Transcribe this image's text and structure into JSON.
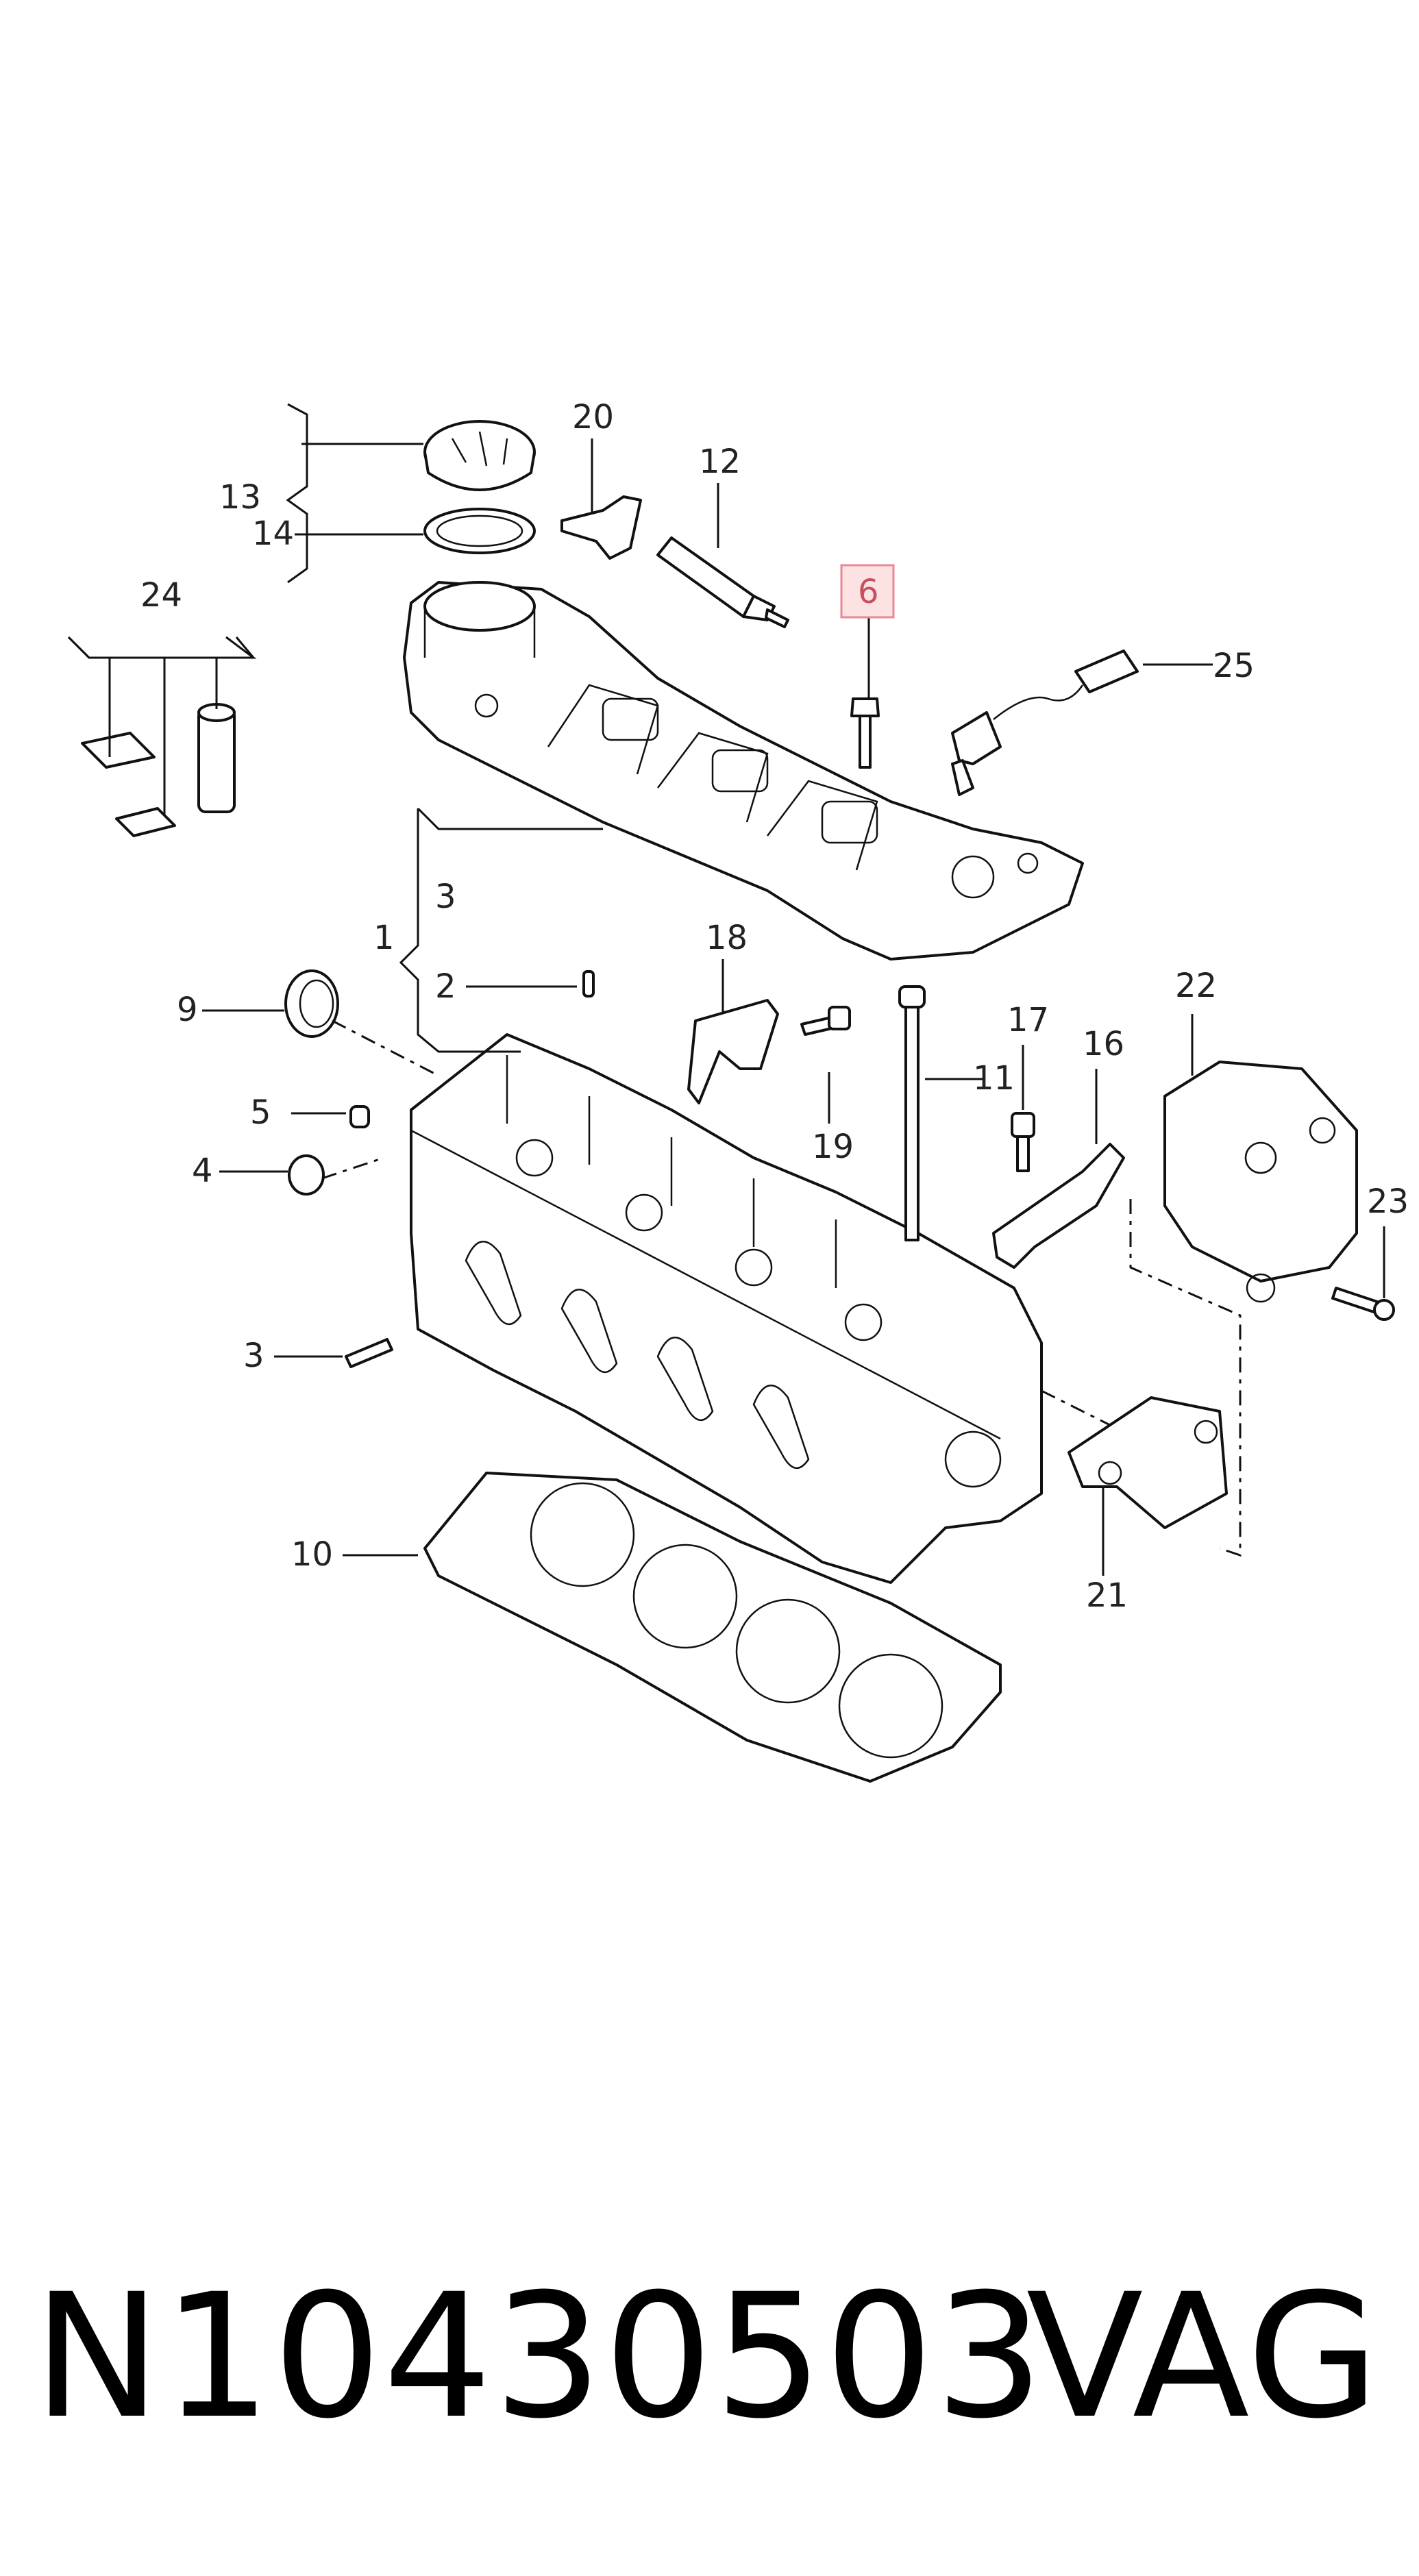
{
  "callouts": {
    "c1": "1",
    "c2": "2",
    "c3a": "3",
    "c3b": "3",
    "c4": "4",
    "c5": "5",
    "c6": "6",
    "c9": "9",
    "c10": "10",
    "c11": "11",
    "c12": "12",
    "c13": "13",
    "c14": "14",
    "c16": "16",
    "c17": "17",
    "c18": "18",
    "c19": "19",
    "c20": "20",
    "c21": "21",
    "c22": "22",
    "c23": "23",
    "c24": "24",
    "c25": "25"
  },
  "highlight": {
    "label": "6",
    "fill": "#fde2e4",
    "stroke": "#e88a95"
  },
  "footer": {
    "part_number": "N10430503",
    "brand": "VAG"
  }
}
